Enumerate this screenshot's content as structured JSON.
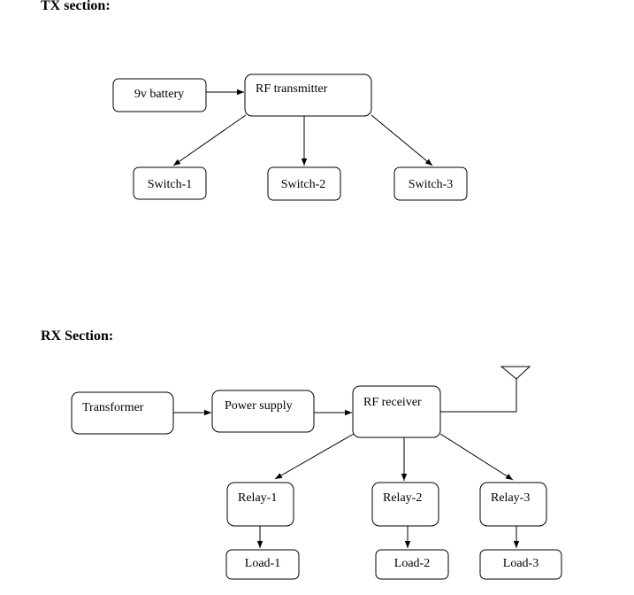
{
  "tx": {
    "heading": "TX section:",
    "nodes": {
      "battery": "9v battery",
      "transmitter": "RF transmitter",
      "switch1": "Switch-1",
      "switch2": "Switch-2",
      "switch3": "Switch-3"
    }
  },
  "rx": {
    "heading": "RX Section:",
    "nodes": {
      "transformer": "Transformer",
      "power_supply": "Power supply",
      "receiver": "RF receiver",
      "relay1": "Relay-1",
      "relay2": "Relay-2",
      "relay3": "Relay-3",
      "load1": "Load-1",
      "load2": "Load-2",
      "load3": "Load-3"
    }
  },
  "antenna_icon": "antenna-icon"
}
